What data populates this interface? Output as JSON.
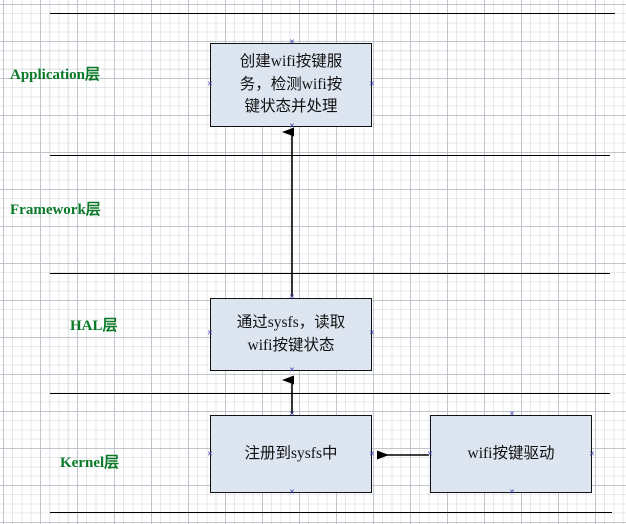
{
  "diagram": {
    "title": "Android wifi key layered architecture diagram",
    "accent_color": "#0a7a28",
    "node_fill": "#dde5f1",
    "node_border": "#111111",
    "grid_color": "#c9cdd4"
  },
  "layers": [
    {
      "label": "Application层"
    },
    {
      "label": "Framework层"
    },
    {
      "label": "HAL层"
    },
    {
      "label": "Kernel层"
    }
  ],
  "nodes": [
    {
      "id": "app-service",
      "lines": [
        "创建wifi按键服",
        "务，检测wifi按",
        "键状态并处理"
      ]
    },
    {
      "id": "hal-sysfs",
      "lines": [
        "通过sysfs，读取",
        "wifi按键状态"
      ]
    },
    {
      "id": "kernel-register",
      "lines": [
        "注册到sysfs中"
      ]
    },
    {
      "id": "kernel-driver",
      "lines": [
        "wifi按键驱动"
      ]
    }
  ],
  "connectors": [
    {
      "id": "hal-to-app",
      "direction": "up"
    },
    {
      "id": "kernel-to-hal",
      "direction": "up"
    },
    {
      "id": "driver-to-register",
      "direction": "left"
    }
  ]
}
